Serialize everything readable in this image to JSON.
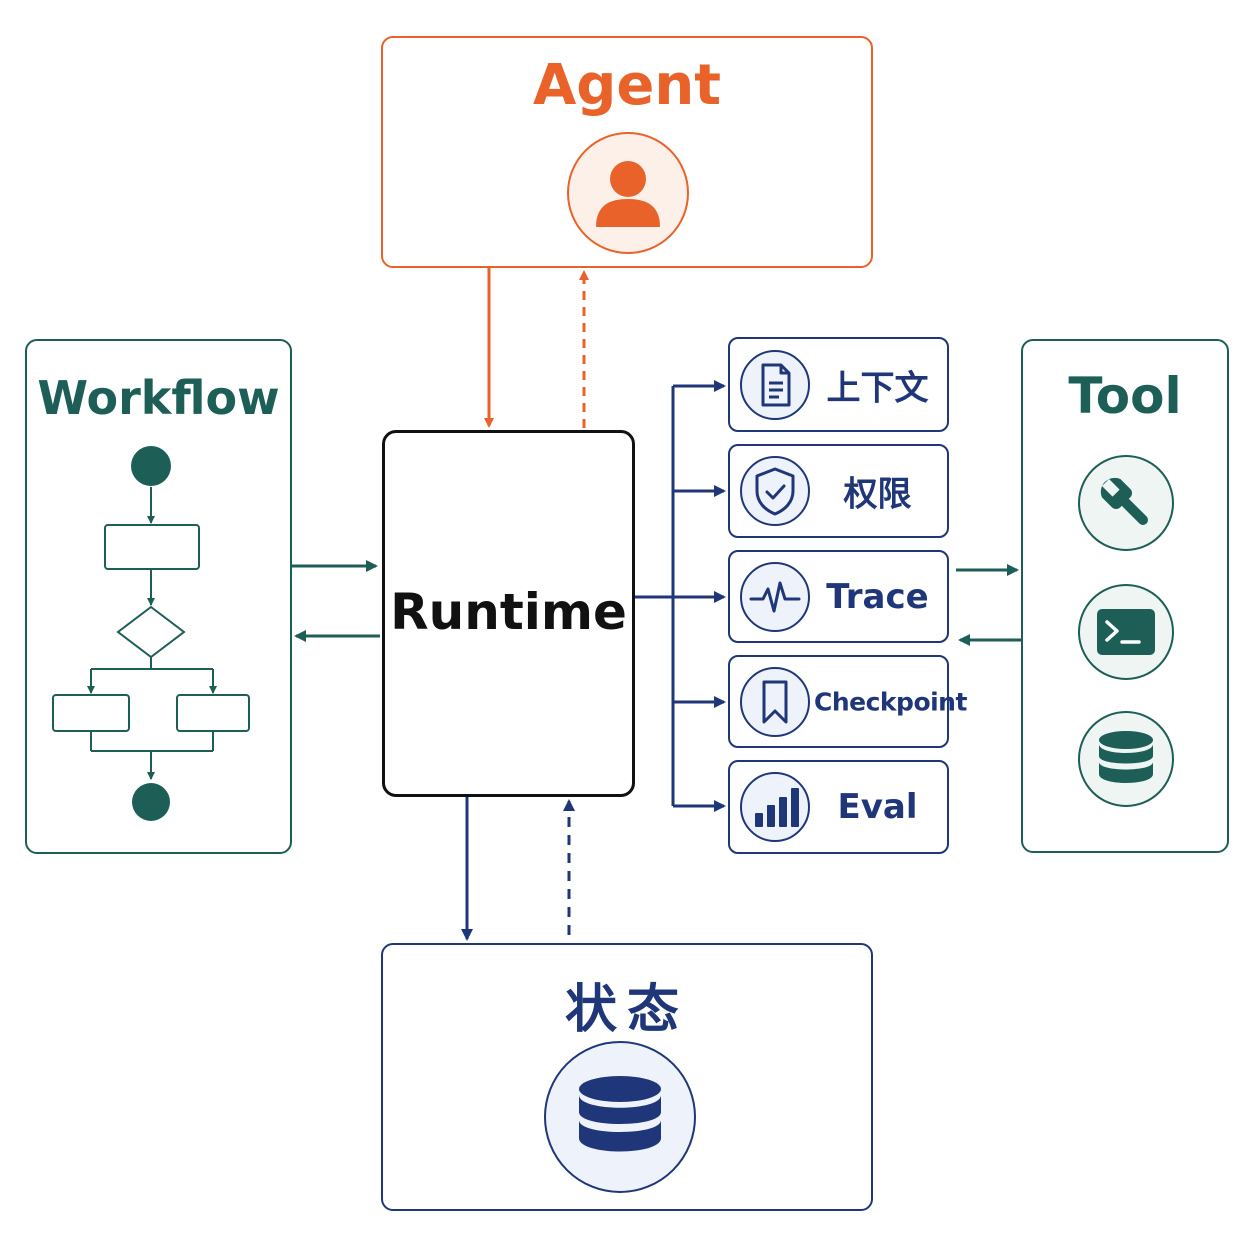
{
  "agent": {
    "title": "Agent",
    "icon": "user-icon",
    "color": "#e8622a"
  },
  "runtime": {
    "title": "Runtime"
  },
  "workflow": {
    "title": "Workflow",
    "icon": "flowchart-icon",
    "color": "#1d5e57"
  },
  "tool": {
    "title": "Tool",
    "icons": [
      "wrench-icon",
      "terminal-icon",
      "database-icon"
    ],
    "color": "#1d5e57"
  },
  "state": {
    "title": "状态",
    "icon": "database-icon",
    "color": "#1f3679"
  },
  "modules": [
    {
      "label": "上下文",
      "icon": "document-icon"
    },
    {
      "label": "权限",
      "icon": "shield-check-icon"
    },
    {
      "label": "Trace",
      "icon": "pulse-icon"
    },
    {
      "label": "Checkpoint",
      "icon": "bookmark-icon"
    },
    {
      "label": "Eval",
      "icon": "bar-chart-icon"
    }
  ],
  "colors": {
    "navy": "#1f3679",
    "teal": "#1d5e57",
    "orange": "#e8622a",
    "ink": "#111111"
  }
}
